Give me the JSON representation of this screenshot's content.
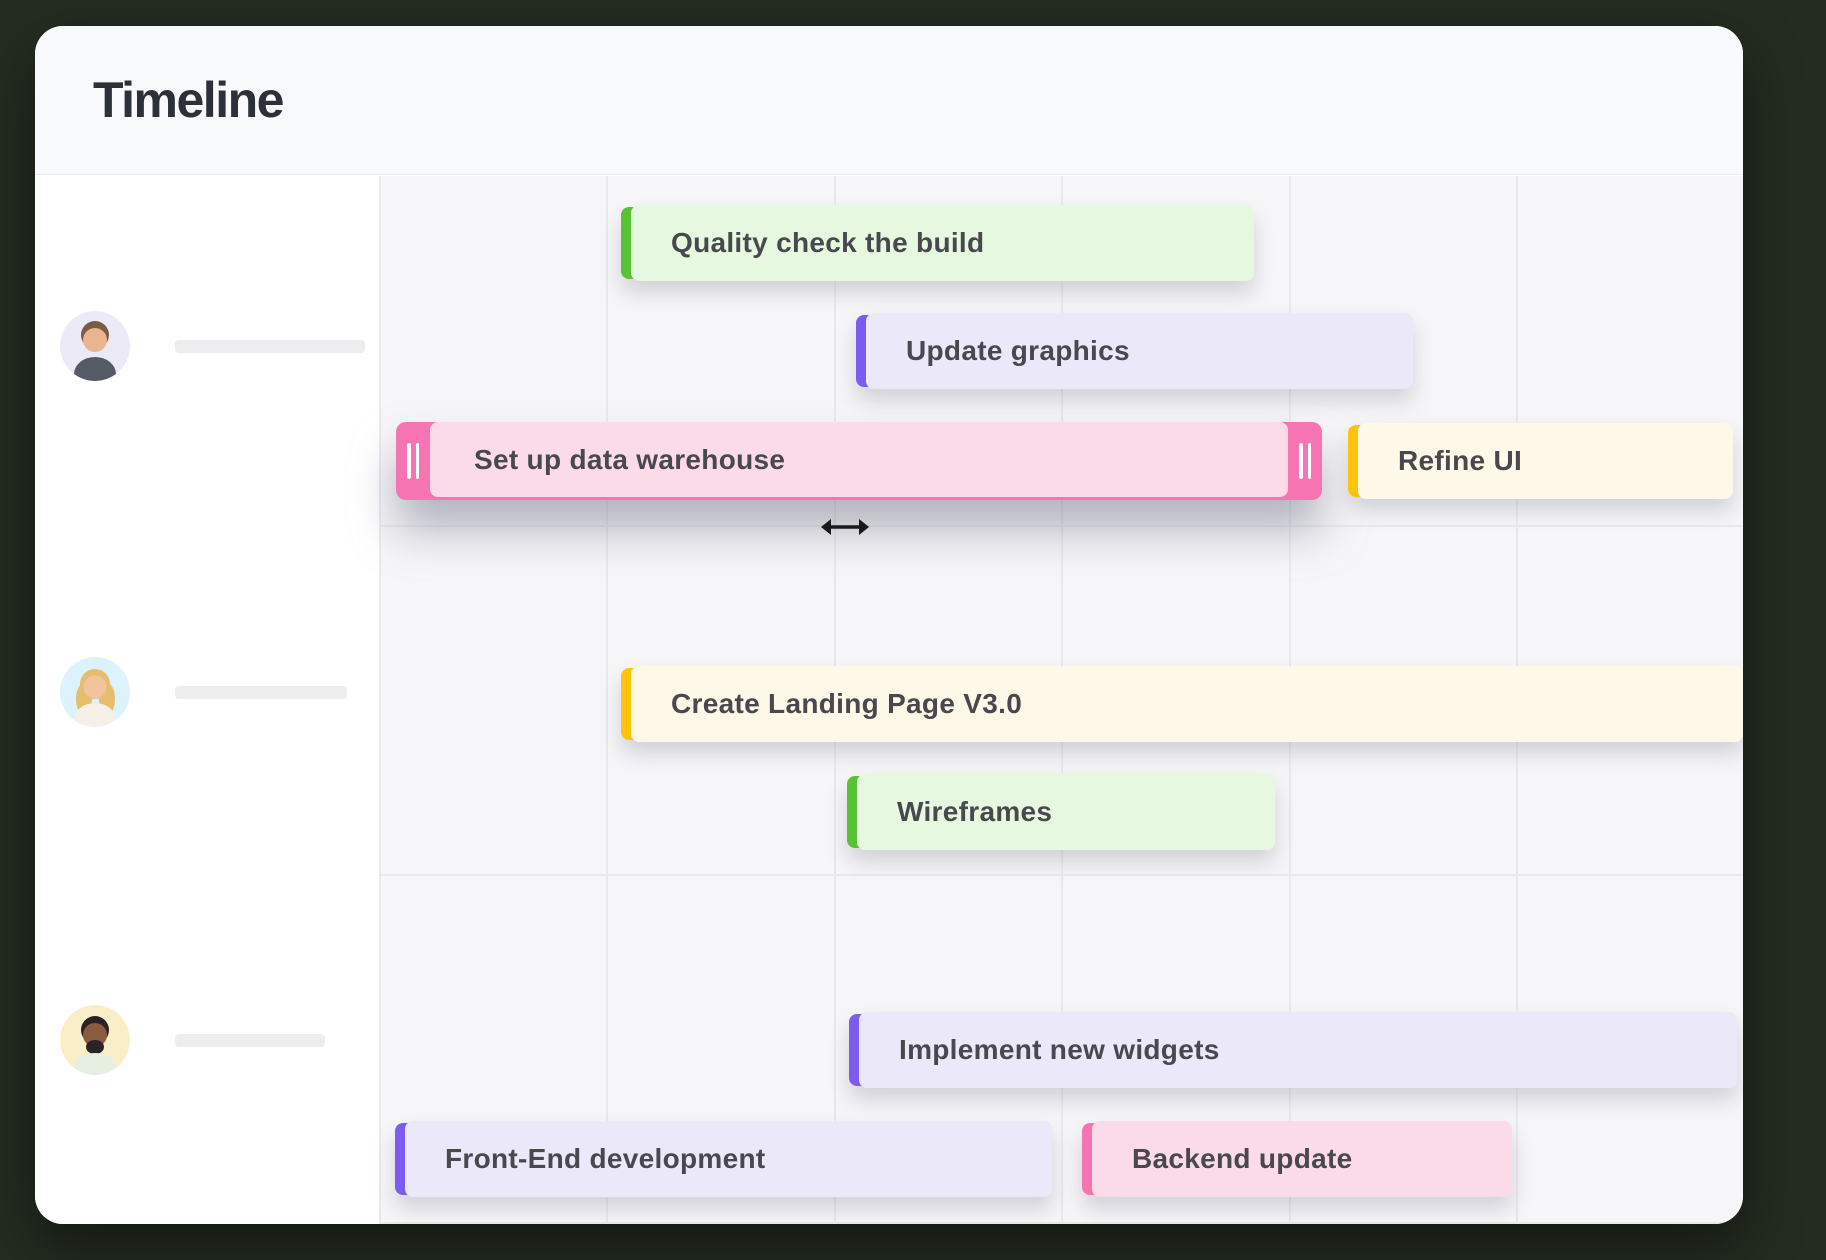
{
  "header": {
    "title": "Timeline"
  },
  "tasks": {
    "quality_check": {
      "label": "Quality check the build",
      "variant": "green"
    },
    "update_graphics": {
      "label": "Update graphics",
      "variant": "purple"
    },
    "data_warehouse": {
      "label": "Set up data warehouse",
      "variant": "pink",
      "draggable": true
    },
    "refine_ui": {
      "label": "Refine UI",
      "variant": "yellow"
    },
    "create_landing": {
      "label": "Create Landing Page V3.0",
      "variant": "yellow"
    },
    "wireframes": {
      "label": "Wireframes",
      "variant": "green"
    },
    "implement_widgets": {
      "label": "Implement new widgets",
      "variant": "purple"
    },
    "frontend_dev": {
      "label": "Front-End development",
      "variant": "purple"
    },
    "backend_update": {
      "label": "Backend update",
      "variant": "pink"
    }
  },
  "icons": {
    "drag_handle": "double-vertical-bars",
    "resize_cursor": "left-right-arrow"
  },
  "colors": {
    "page_bg": "#242c21",
    "card_bg": "#ffffff",
    "header_bg": "#f8f9fb",
    "grid_bg": "#f6f6f8",
    "grid_line": "#e9e9ed",
    "title_color": "#2c3038",
    "task_text": "#48484e",
    "name_bar": "#ededf0",
    "green_edge": "#57c232",
    "green_body": "#e7f8e0",
    "purple_edge": "#7c5cf0",
    "purple_body": "#eae8f9",
    "yellow_edge": "#fdc40b",
    "yellow_body": "#fdf8e8",
    "pink_edge": "#f674b2",
    "pink_body": "#fcdbe9",
    "avatar1_bg": "#eceaf6",
    "avatar1_hair": "#7a5b44",
    "avatar1_skin": "#e9b48f",
    "avatar1_shirt": "#555b66",
    "avatar2_bg": "#dcf2fc",
    "avatar2_hair": "#e6bd6d",
    "avatar2_skin": "#f2c49c",
    "avatar2_shirt": "#f5efe8",
    "avatar3_bg": "#faeec9",
    "avatar3_hair": "#2b2225",
    "avatar3_skin": "#8a5b3e",
    "avatar3_shirt": "#e7efe3"
  }
}
